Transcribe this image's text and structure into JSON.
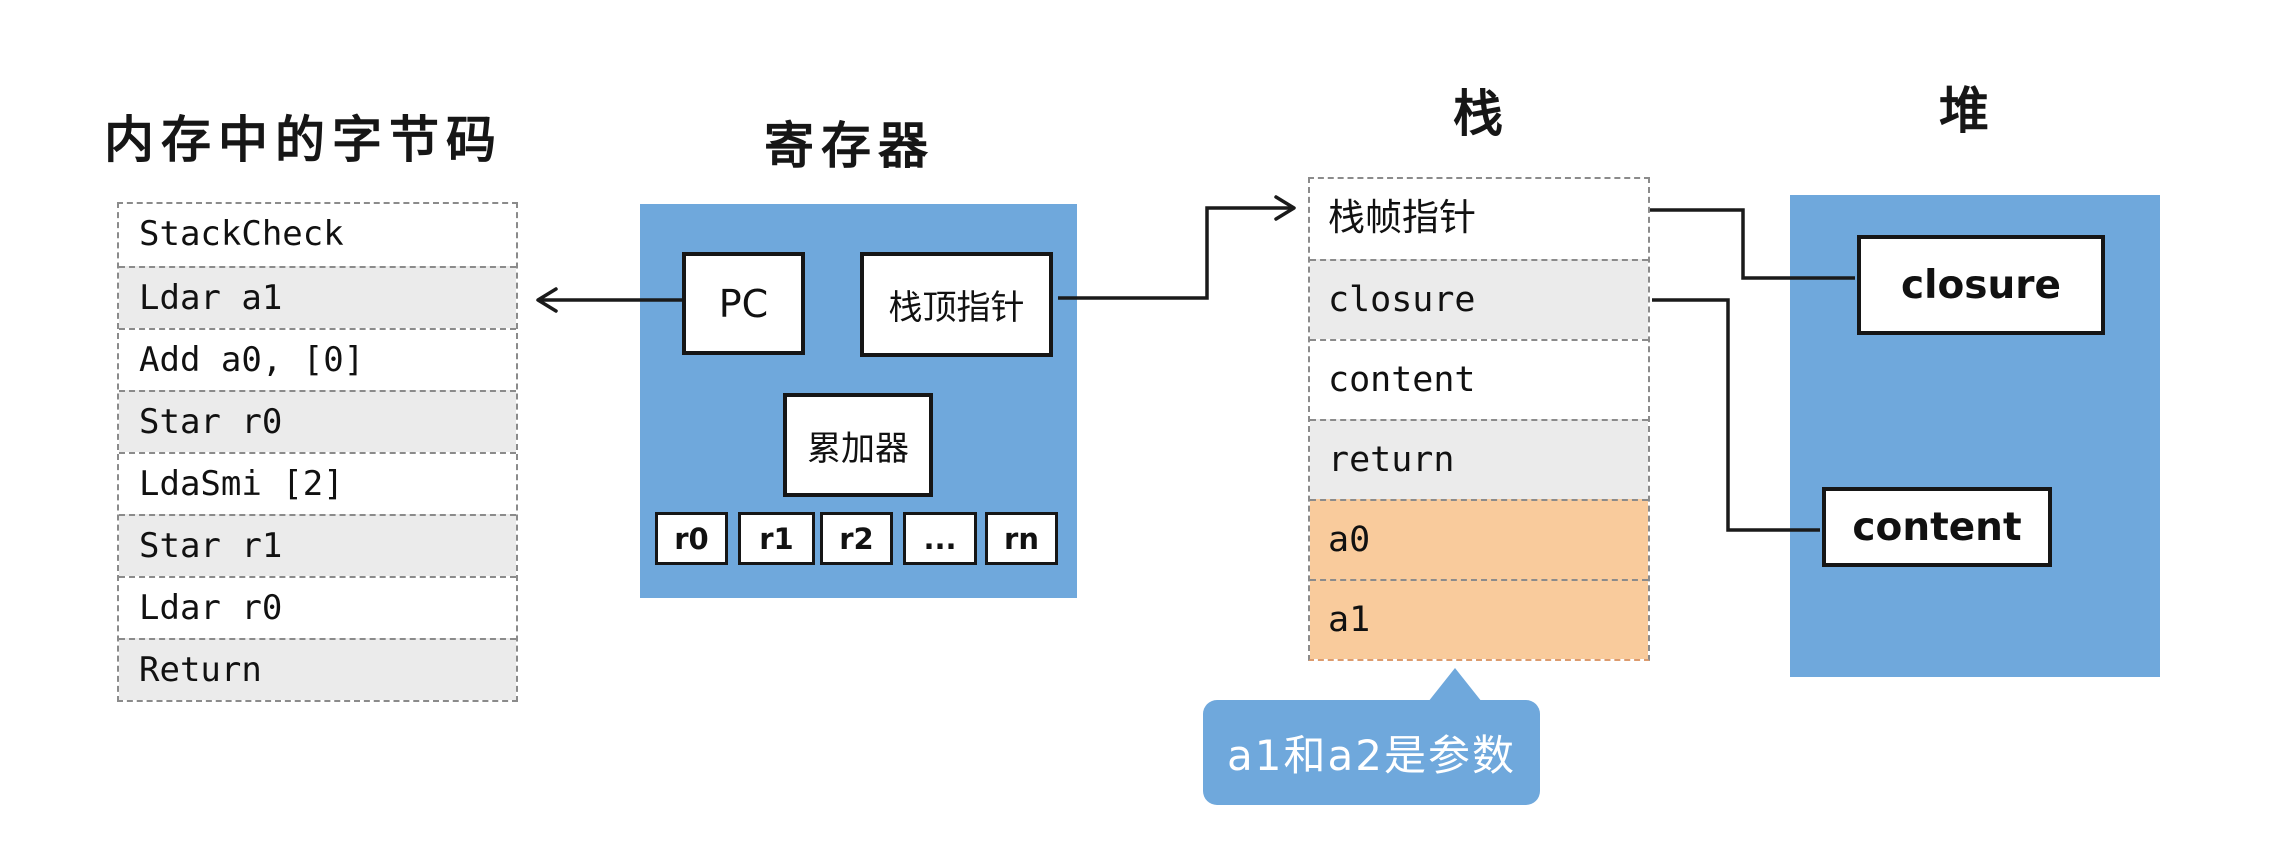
{
  "bytecode": {
    "title": "内存中的字节码",
    "rows": [
      {
        "label": "StackCheck",
        "variant": "white"
      },
      {
        "label": "Ldar a1",
        "variant": "gray"
      },
      {
        "label": "Add a0, [0]",
        "variant": "white"
      },
      {
        "label": "Star r0",
        "variant": "gray"
      },
      {
        "label": "LdaSmi [2]",
        "variant": "white"
      },
      {
        "label": "Star r1",
        "variant": "gray"
      },
      {
        "label": "Ldar r0",
        "variant": "white"
      },
      {
        "label": "Return",
        "variant": "gray"
      }
    ]
  },
  "registers": {
    "title": "寄存器",
    "pc": "PC",
    "stack_top_pointer": "栈顶指针",
    "accumulator": "累加器",
    "general": [
      "r0",
      "r1",
      "r2",
      "...",
      "rn"
    ]
  },
  "stack": {
    "title": "栈",
    "rows": [
      {
        "label": "栈帧指针",
        "variant": "white"
      },
      {
        "label": "closure",
        "variant": "gray"
      },
      {
        "label": "content",
        "variant": "white"
      },
      {
        "label": "return",
        "variant": "gray"
      },
      {
        "label": "a0",
        "variant": "orange"
      },
      {
        "label": "a1",
        "variant": "orange"
      }
    ]
  },
  "heap": {
    "title": "堆",
    "closure": "closure",
    "content": "content"
  },
  "callout": {
    "text": "a1和a2是参数"
  },
  "colors": {
    "box_blue": "#6fa8dc",
    "row_gray": "#ebebeb",
    "row_orange": "#f9cb9c",
    "line_black": "#1a1a1a"
  }
}
